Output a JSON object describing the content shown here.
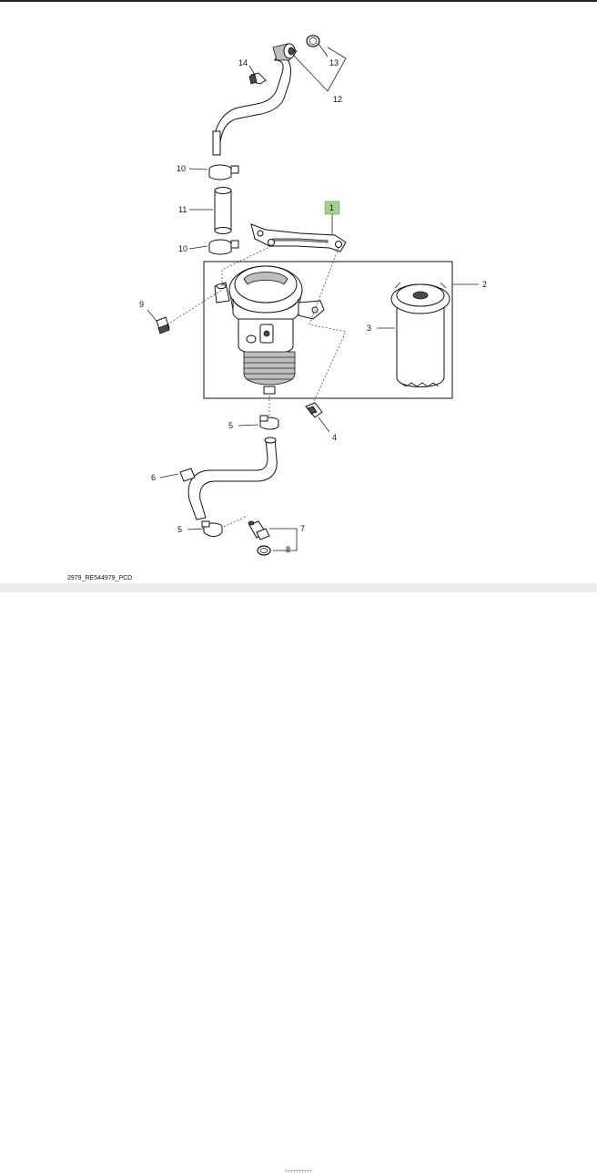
{
  "diagram": {
    "callouts": {
      "c1": "1",
      "c2": "2",
      "c3": "3",
      "c4": "4",
      "c5a": "5",
      "c5b": "5",
      "c6": "6",
      "c7": "7",
      "c8": "8",
      "c9": "9",
      "c10a": "10",
      "c10b": "10",
      "c11": "11",
      "c12": "12",
      "c13": "13",
      "c14": "14"
    },
    "caption": "2979_RE544979_PCD",
    "highlight_color": "#a8d08d"
  }
}
